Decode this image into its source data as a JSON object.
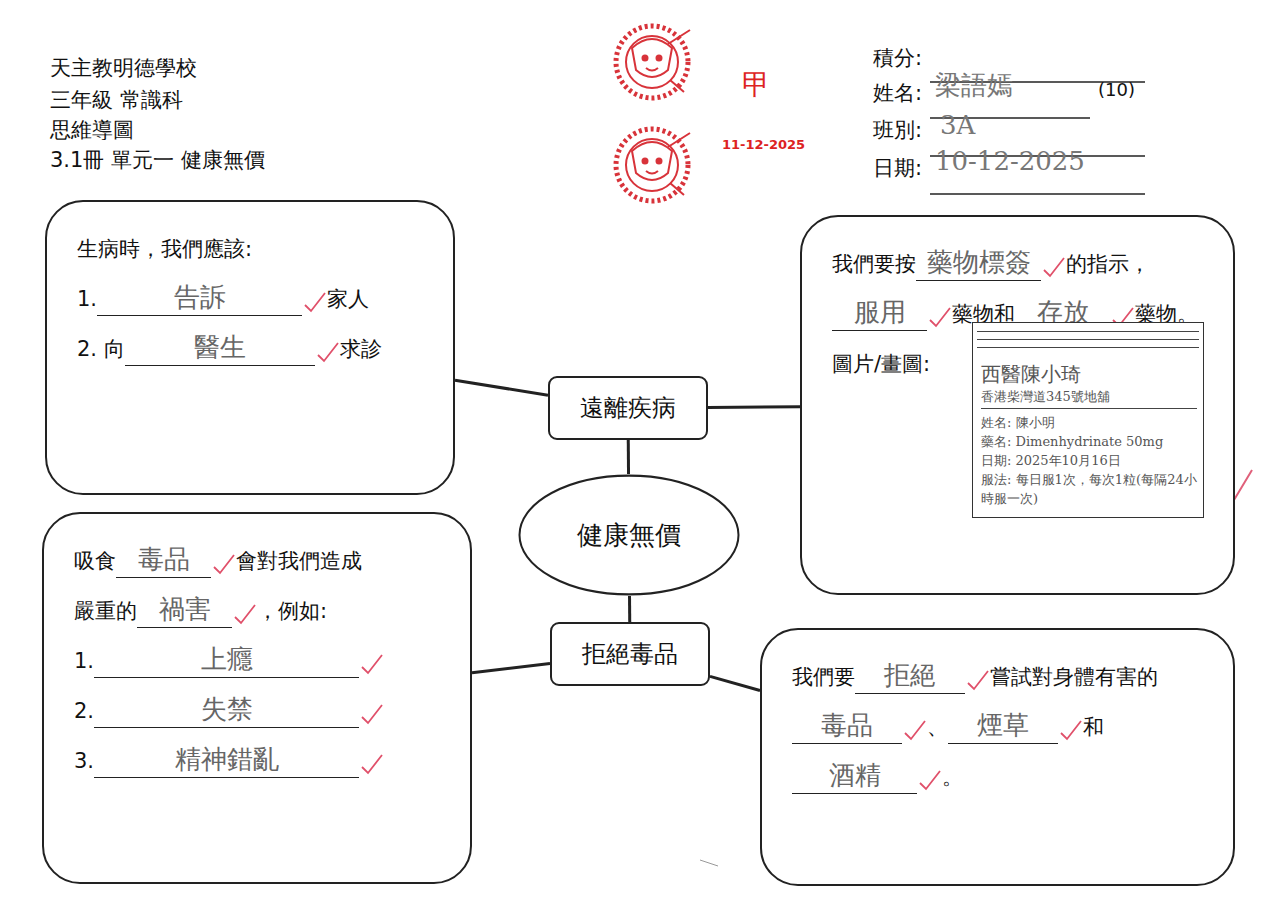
{
  "diagram": {
    "nodes": [
      {
        "text": [
          "生病時，我們應該:",
          "1.",
          "告訴",
          "家人",
          "2. 向",
          "醫生",
          "求診"
        ]
      },
      {
        "text": [
          "我們要按",
          "藥物標簽",
          "的指示，",
          "服用",
          "藥物和",
          "存放",
          "藥物。",
          "圖片/畫圖:"
        ]
      },
      {
        "text": [
          "西醫陳小琦",
          "香港柴灣道345號地舖",
          "姓名: 陳小明",
          "藥名: Dimenhydrinate 50mg",
          "日期: 2025年10月16日",
          "服法: 每日服1次，每次1粒(每隔24小時服一次)"
        ],
        "in": 1
      },
      {
        "text": [
          "遠離疾病"
        ]
      },
      {
        "text": [
          "健康無價"
        ]
      },
      {
        "text": [
          "吸食",
          "毒品",
          "會對我們造成",
          "嚴重的",
          "禍害",
          "，例如:",
          "1.",
          "上癮",
          "2.",
          "失禁",
          "3.",
          "精神錯亂"
        ]
      },
      {
        "text": [
          "拒絕毒品"
        ]
      },
      {
        "text": [
          "我們要",
          "拒絕",
          "嘗試對身體有害的",
          "毒品",
          "、",
          "煙草",
          "和",
          "酒精",
          "。"
        ]
      }
    ],
    "edges": [
      {
        "from": 4,
        "to": 3,
        "arrow": "none"
      },
      {
        "from": 3,
        "to": 0,
        "arrow": "none"
      },
      {
        "from": 3,
        "to": 1,
        "arrow": "none"
      },
      {
        "from": 4,
        "to": 6,
        "arrow": "none"
      },
      {
        "from": 6,
        "to": 5,
        "arrow": "none"
      },
      {
        "from": 6,
        "to": 7,
        "arrow": "none"
      }
    ],
    "labels": [
      "天主教明德學校",
      "三年級 常識科",
      "思維導圖",
      "3.1冊 單元一 健康無價",
      "積分:",
      "姓名:",
      "梁語嫣",
      "(10)",
      "班別:",
      "3A",
      "日期:",
      "10-12-2025",
      "甲",
      "11-12-2025"
    ]
  }
}
